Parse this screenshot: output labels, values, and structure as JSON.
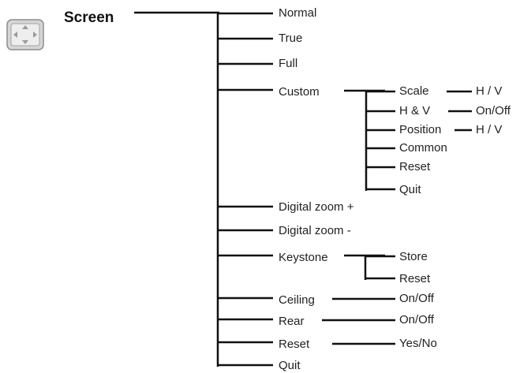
{
  "menu": {
    "title": "Screen",
    "icon": "screen-menu-icon",
    "items": {
      "normal": "Normal",
      "true": "True",
      "full": "Full",
      "custom": "Custom",
      "digital_zoom_plus": "Digital zoom +",
      "digital_zoom_minus": "Digital zoom -",
      "keystone": "Keystone",
      "ceiling": "Ceiling",
      "rear": "Rear",
      "reset": "Reset",
      "quit": "Quit"
    },
    "custom": {
      "scale": "Scale",
      "scale_value": "H / V",
      "hv": "H & V",
      "hv_value": "On/Off",
      "position": "Position",
      "position_value": "H / V",
      "common": "Common",
      "reset": "Reset",
      "quit": "Quit"
    },
    "keystone": {
      "store": "Store",
      "reset": "Reset"
    },
    "ceiling_value": "On/Off",
    "rear_value": "On/Off",
    "reset_value": "Yes/No"
  }
}
